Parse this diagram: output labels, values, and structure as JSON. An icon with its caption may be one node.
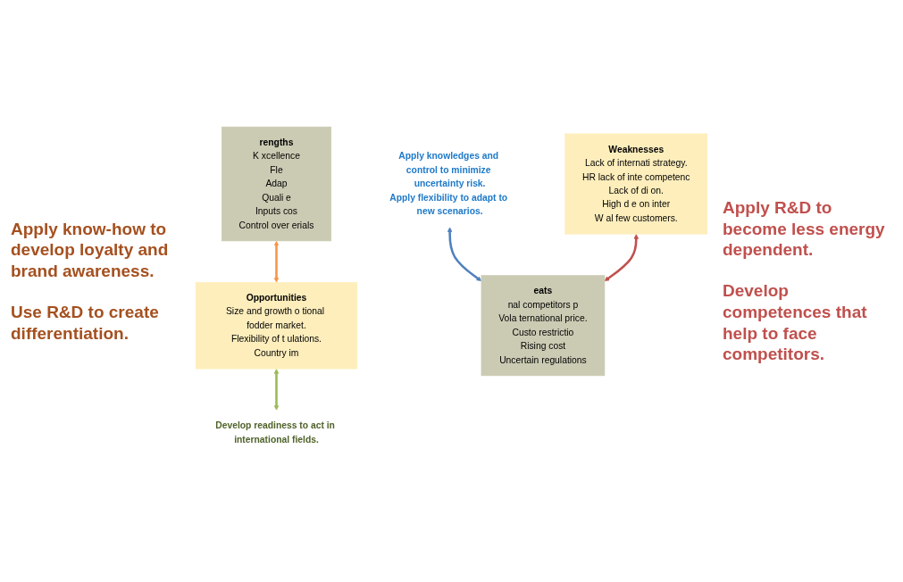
{
  "diagram": {
    "nodes": [
      {
        "text": [
          "Apply knowledges and control to minimize uncertainty risk.",
          "Apply flexibility to adapt to new scenarios."
        ]
      },
      {
        "text": [
          "Develop readiness to act in international fields."
        ]
      },
      {
        "text": [
          "rengths",
          "K xcellence",
          "Fle",
          "Adap",
          "Quali e",
          "Inputs cos",
          "Control over erials"
        ]
      },
      {
        "text": [
          "Weaknesses",
          "Lack of internati strategy.",
          "HR lack of inte competenc",
          "Lack of di on.",
          "High d e on inter",
          "W al few customers."
        ]
      },
      {
        "text": [
          "Opportunities",
          "Size and growth o tional fodder market.",
          "Flexibility of t ulations.",
          "Country im"
        ]
      },
      {
        "text": [
          "eats",
          "nal competitors p",
          "Vola ternational price.",
          "Custo restrictio",
          "Rising cost",
          "Uncertain regulations"
        ]
      }
    ],
    "edges": [
      {
        "from": 0,
        "to": 5,
        "arrow": "both",
        "color": "#4f81bd"
      },
      {
        "from": 4,
        "to": 1,
        "arrow": "both",
        "color": "#9bbb59"
      },
      {
        "from": 2,
        "to": 4,
        "arrow": "both",
        "color": "#f79646"
      },
      {
        "from": 3,
        "to": 5,
        "arrow": "both",
        "color": "#c0504d"
      }
    ],
    "labels": [
      "Apply know-how to develop loyalty and brand awareness.",
      "Use R&D to create differentiation.",
      "Apply R&D to become less energy dependent.",
      "Develop competences that help to face competitors."
    ]
  }
}
